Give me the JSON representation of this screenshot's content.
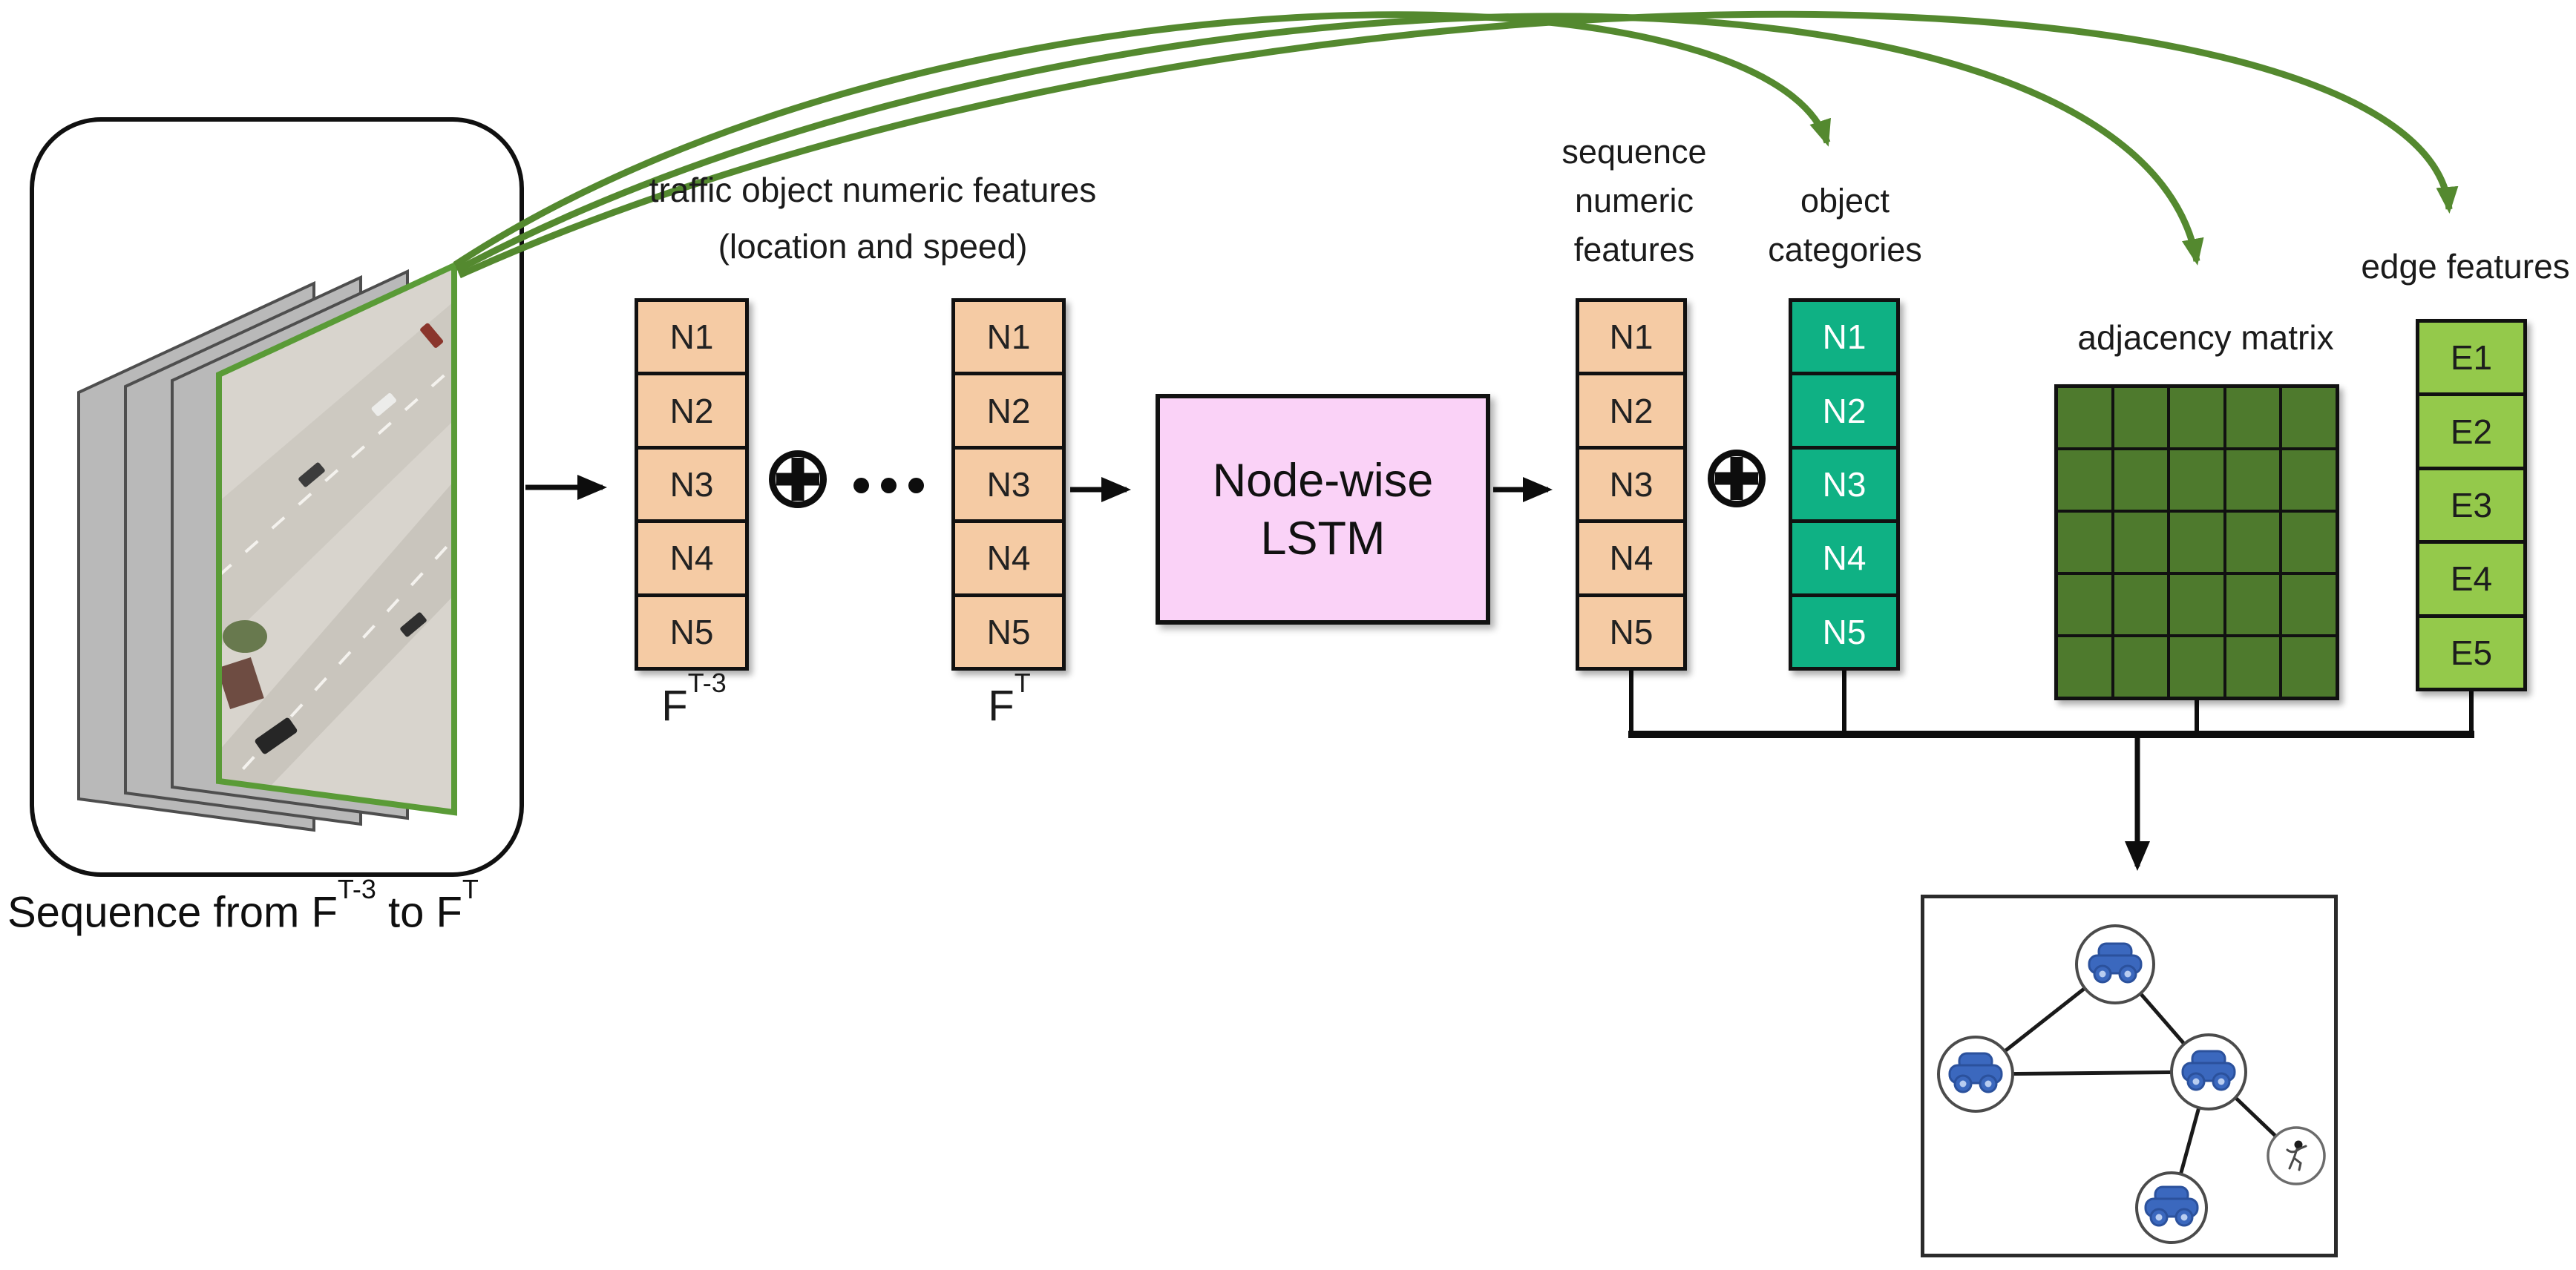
{
  "figure_type": "model-architecture-diagram",
  "sequence_box": {
    "caption_prefix": "Sequence from F",
    "caption_sup1": "T-3",
    "caption_mid": " to F",
    "caption_sup2": "T",
    "frames": {
      "gray_frames": 3,
      "front_frame": "traffic-intersection-photo"
    }
  },
  "traffic_features_label": {
    "line1": "traffic object numeric features",
    "line2": "(location and speed)"
  },
  "columns": {
    "frame_t_minus_3": {
      "cells": [
        "N1",
        "N2",
        "N3",
        "N4",
        "N5"
      ],
      "label_base": "F",
      "label_sup": "T-3"
    },
    "frame_t": {
      "cells": [
        "N1",
        "N2",
        "N3",
        "N4",
        "N5"
      ],
      "label_base": "F",
      "label_sup": "T"
    },
    "sequence_numeric": {
      "title_lines": [
        "sequence",
        "numeric",
        "features"
      ],
      "cells": [
        "N1",
        "N2",
        "N3",
        "N4",
        "N5"
      ]
    },
    "object_categories": {
      "title_lines": [
        "object",
        "categories"
      ],
      "cells": [
        "N1",
        "N2",
        "N3",
        "N4",
        "N5"
      ]
    },
    "edge_features": {
      "title": "edge features",
      "cells": [
        "E1",
        "E2",
        "E3",
        "E4",
        "E5"
      ]
    }
  },
  "lstm_box": {
    "line1": "Node-wise",
    "line2": "LSTM"
  },
  "adjacency_matrix": {
    "title": "adjacency matrix",
    "rows": 5,
    "cols": 5
  },
  "operators": {
    "concat_symbol": "⊕",
    "ellipsis_symbol": "•••"
  },
  "graph": {
    "nodes": [
      "car",
      "car",
      "car",
      "car",
      "pedestrian"
    ],
    "edges": [
      [
        0,
        1
      ],
      [
        0,
        2
      ],
      [
        1,
        2
      ],
      [
        2,
        3
      ],
      [
        2,
        4
      ]
    ]
  },
  "colors": {
    "peach": "#f5cba4",
    "teal": "#0fb184",
    "edge_green": "#94c94b",
    "matrix_green": "#4e7a2d",
    "lstm_pink": "#fad2f7",
    "green_arrow": "#54892f",
    "photo_frame_green": "#5a9b37",
    "car_blue": "#3b68be"
  }
}
